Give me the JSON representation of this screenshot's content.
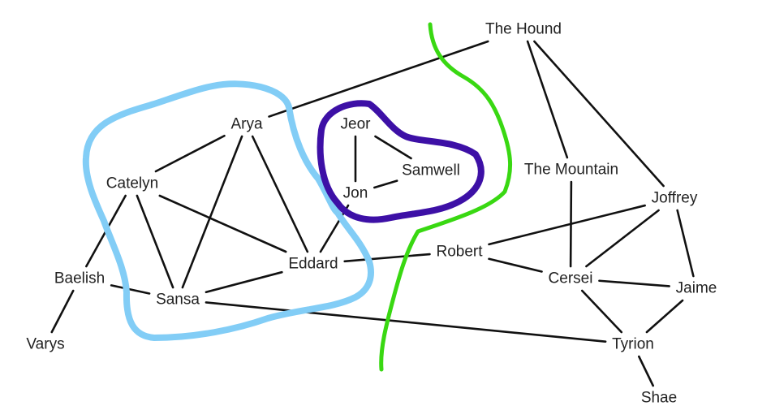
{
  "graph": {
    "nodes": [
      {
        "id": "hound",
        "label": "The Hound"
      },
      {
        "id": "arya",
        "label": "Arya"
      },
      {
        "id": "jeor",
        "label": "Jeor"
      },
      {
        "id": "samwell",
        "label": "Samwell"
      },
      {
        "id": "jon",
        "label": "Jon"
      },
      {
        "id": "mountain",
        "label": "The Mountain"
      },
      {
        "id": "catelyn",
        "label": "Catelyn"
      },
      {
        "id": "joffrey",
        "label": "Joffrey"
      },
      {
        "id": "robert",
        "label": "Robert"
      },
      {
        "id": "eddard",
        "label": "Eddard"
      },
      {
        "id": "cersei",
        "label": "Cersei"
      },
      {
        "id": "baelish",
        "label": "Baelish"
      },
      {
        "id": "jaime",
        "label": "Jaime"
      },
      {
        "id": "sansa",
        "label": "Sansa"
      },
      {
        "id": "varys",
        "label": "Varys"
      },
      {
        "id": "tyrion",
        "label": "Tyrion"
      },
      {
        "id": "shae",
        "label": "Shae"
      }
    ],
    "edges": [
      [
        "arya",
        "hound"
      ],
      [
        "arya",
        "catelyn"
      ],
      [
        "arya",
        "sansa"
      ],
      [
        "arya",
        "eddard"
      ],
      [
        "catelyn",
        "eddard"
      ],
      [
        "catelyn",
        "sansa"
      ],
      [
        "catelyn",
        "baelish"
      ],
      [
        "baelish",
        "sansa"
      ],
      [
        "baelish",
        "varys"
      ],
      [
        "sansa",
        "eddard"
      ],
      [
        "sansa",
        "tyrion"
      ],
      [
        "jeor",
        "jon"
      ],
      [
        "jeor",
        "samwell"
      ],
      [
        "jon",
        "samwell"
      ],
      [
        "jon",
        "eddard"
      ],
      [
        "eddard",
        "robert"
      ],
      [
        "robert",
        "joffrey"
      ],
      [
        "robert",
        "cersei"
      ],
      [
        "hound",
        "mountain"
      ],
      [
        "hound",
        "joffrey"
      ],
      [
        "mountain",
        "cersei"
      ],
      [
        "joffrey",
        "cersei"
      ],
      [
        "joffrey",
        "jaime"
      ],
      [
        "cersei",
        "jaime"
      ],
      [
        "cersei",
        "tyrion"
      ],
      [
        "jaime",
        "tyrion"
      ],
      [
        "tyrion",
        "shae"
      ]
    ],
    "annotations": [
      {
        "id": "stark-group",
        "color": "#82cdf6"
      },
      {
        "id": "watch-group",
        "color": "#3d10a6"
      },
      {
        "id": "divider",
        "color": "#39d812"
      }
    ]
  }
}
